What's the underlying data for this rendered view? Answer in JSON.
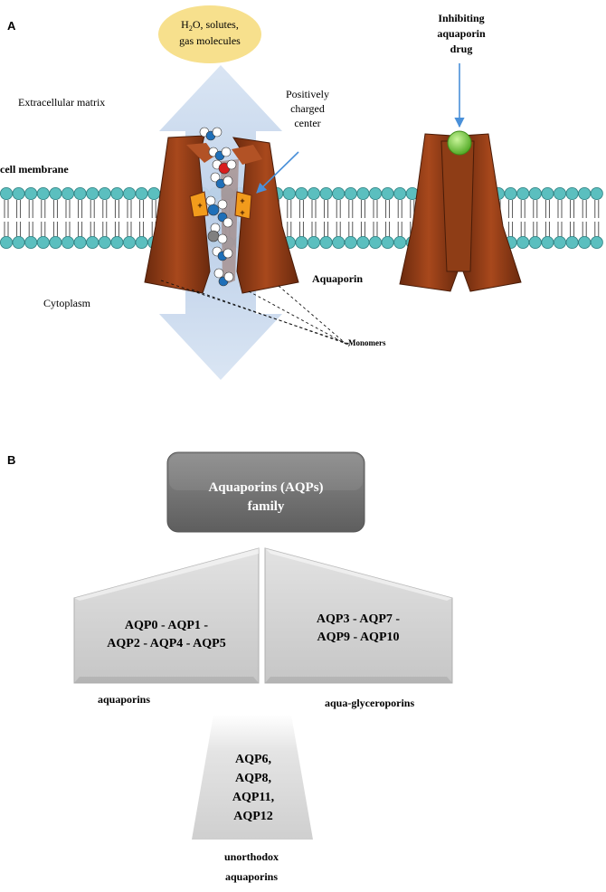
{
  "panel_a": {
    "label": "A",
    "flux_bubble": {
      "line1_pre": "H",
      "line1_sub": "2",
      "line1_post": "O, solutes,",
      "line2": "gas molecules"
    },
    "extracellular": "Extracellular matrix",
    "cell_membrane": "cell membrane",
    "positive_center": {
      "line1": "Positively",
      "line2": "charged",
      "line3": "center"
    },
    "inhibitor": {
      "line1": "Inhibiting",
      "line2": "aquaporin",
      "line3": "drug"
    },
    "aquaporin": "Aquaporin",
    "cytoplasm": "Cytoplasm",
    "monomers": "Monomers",
    "charge_sign": "+",
    "colors": {
      "protein": "#8a3a14",
      "lipid_head": "#5bbfbf",
      "bubble": "#f7e08d",
      "arrow": "#b8cde6",
      "pointer": "#4a90d9",
      "drug": "#6dcc3a",
      "charge": "#f29b1c"
    }
  },
  "panel_b": {
    "label": "B",
    "root": {
      "line1": "Aquaporins (AQPs)",
      "line2": "family"
    },
    "left_box": {
      "line1": "AQP0 - AQP1 -",
      "line2": "AQP2 - AQP4 - AQP5"
    },
    "right_box": {
      "line1": "AQP3 - AQP7 -",
      "line2": "AQP9 - AQP10"
    },
    "bottom_box": {
      "line1": "AQP6,",
      "line2": "AQP8,",
      "line3": "AQP11,",
      "line4": "AQP12"
    },
    "left_caption": "aquaporins",
    "right_caption": "aqua-glyceroporins",
    "bottom_caption": {
      "line1": "unorthodox",
      "line2": "aquaporins"
    },
    "colors": {
      "root_fill": "#6e6e6e",
      "box_fill": "#d3d3d3"
    }
  }
}
